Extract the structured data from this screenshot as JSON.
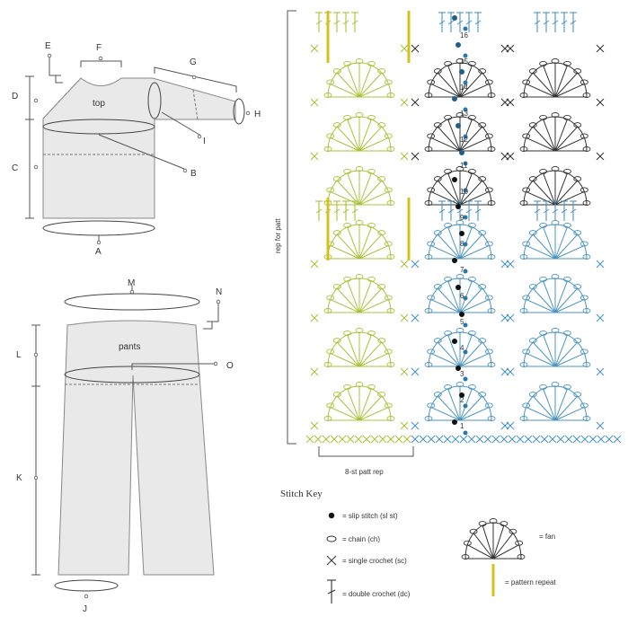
{
  "schematic": {
    "top": {
      "title": "top",
      "labels": [
        "A",
        "B",
        "C",
        "D",
        "E",
        "F",
        "G",
        "H",
        "I"
      ]
    },
    "pants": {
      "title": "pants",
      "labels": [
        "J",
        "K",
        "L",
        "M",
        "N",
        "O"
      ]
    }
  },
  "chart": {
    "rep_for_patt": "rep for patt",
    "patt_rep": "8-st patt rep",
    "row_numbers": [
      "16",
      "15",
      "14",
      "13",
      "12",
      "11",
      "10",
      "9",
      "8",
      "7",
      "6",
      "5",
      "4",
      "3",
      "2",
      "1"
    ],
    "colors": {
      "green": "#a8c23a",
      "blue": "#4a93c0",
      "dark": "#333333",
      "yellow": "#d4c21c"
    }
  },
  "stitch_key": {
    "title": "Stitch Key",
    "items": [
      {
        "icon": "slip-stitch-icon",
        "label": "= slip stitch (sl st)"
      },
      {
        "icon": "chain-icon",
        "label": "= chain (ch)"
      },
      {
        "icon": "single-crochet-icon",
        "label": "= single crochet (sc)"
      },
      {
        "icon": "double-crochet-icon",
        "label": "= double crochet (dc)"
      }
    ],
    "fan_label": "= fan",
    "patt_rep_label": "= pattern repeat"
  }
}
